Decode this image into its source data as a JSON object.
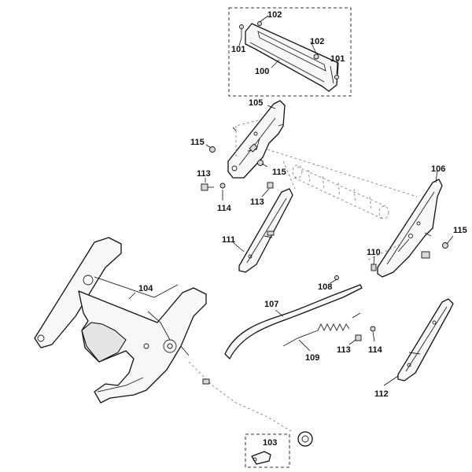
{
  "labels": {
    "p100": "100",
    "p101a": "101",
    "p101b": "101",
    "p102a": "102",
    "p102b": "102",
    "p103": "103",
    "p104": "104",
    "p105": "105",
    "p106": "106",
    "p107": "107",
    "p108": "108",
    "p109": "109",
    "p110": "110",
    "p111": "111",
    "p112": "112",
    "p113a": "113",
    "p113b": "113",
    "p113c": "113",
    "p114a": "114",
    "p114b": "114",
    "p115a": "115",
    "p115b": "115",
    "p115c": "115"
  }
}
